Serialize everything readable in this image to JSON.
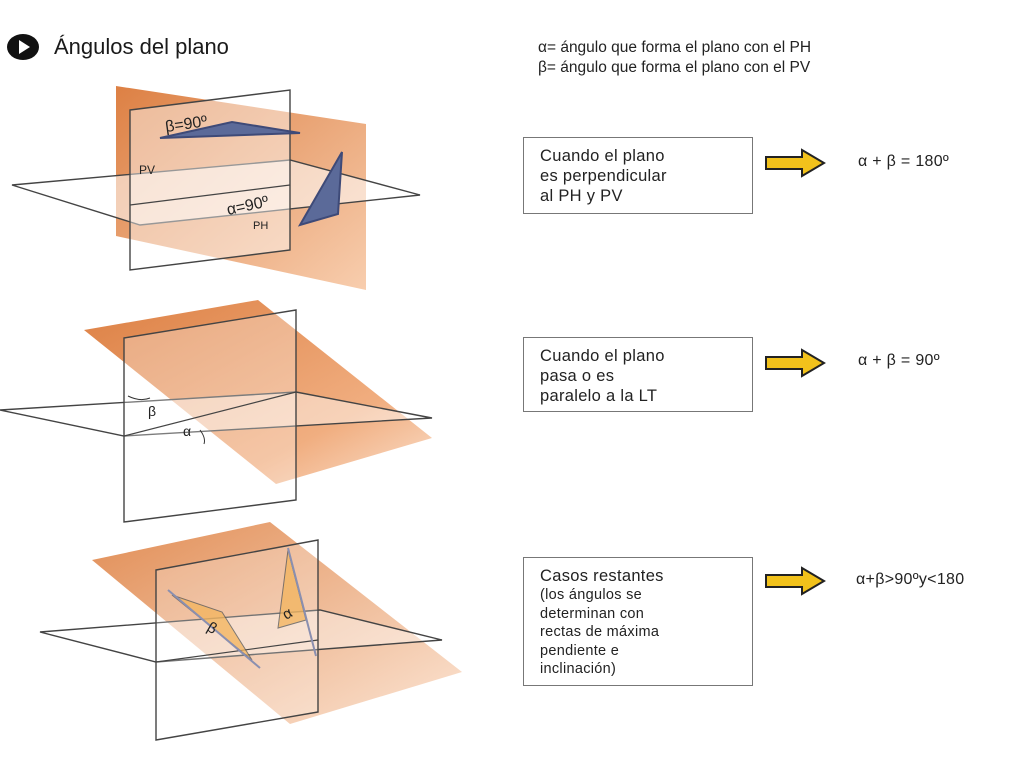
{
  "title": "Ángulos del plano",
  "legend": {
    "alpha_def": "α= ángulo que forma el plano con el PH",
    "beta_def": "β= ángulo que forma el plano con el PV"
  },
  "diagram_labels": {
    "beta90": "β=90º",
    "pv": "PV",
    "alpha90": "α=90º",
    "ph": "PH",
    "beta_small": "β",
    "alpha_small": "α",
    "beta_third": "β",
    "alpha_third": "α"
  },
  "cases": [
    {
      "lines": [
        "Cuando el plano",
        "es perpendicular",
        "al PH y PV"
      ],
      "formula": "α + β = 180º"
    },
    {
      "lines": [
        "Cuando el plano",
        "pasa o es",
        "paralelo a la LT"
      ],
      "formula": "α + β = 90º"
    },
    {
      "lines": [
        "Casos restantes",
        "(los ángulos se",
        "determinan  con",
        "rectas de máxima",
        "pendiente e",
        "inclinación)"
      ],
      "formula": "α+β>90ºy<180"
    }
  ],
  "colors": {
    "orange": "#e58a4c",
    "orange_light": "#f4c7a6",
    "triangle_blue": "#4e5d8c",
    "arrow_yellow": "#f2c21b"
  }
}
